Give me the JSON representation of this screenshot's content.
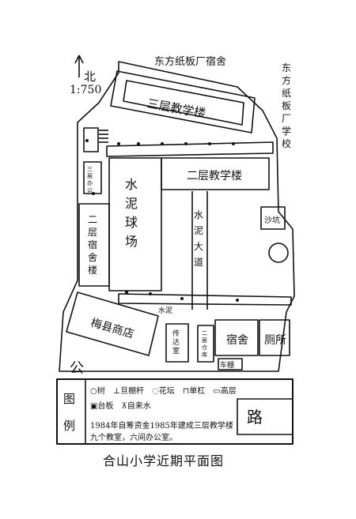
{
  "north": {
    "label": "北",
    "scale": "1:750"
  },
  "neighbors": {
    "dormitory": "东方纸板厂宿舍",
    "school": "东方纸板厂学校"
  },
  "buildings": {
    "three_floor_teaching": "三层教学楼",
    "two_floor_teaching": "二层教学楼",
    "two_floor_dorm": "二层宿舍楼",
    "sports_court": "水泥球场",
    "cement_road": "水泥大道",
    "shop": "梅县商店",
    "dorm": "宿舍",
    "toilet": "厕所",
    "sand_pit": "沙坑",
    "cement_strip": "水泥",
    "small_room_a": "三层办公",
    "small_room_b": "传达室",
    "small_room_c": "二层仓库",
    "shelter": "车棚"
  },
  "legend": {
    "title": "图例",
    "items": [
      "树",
      "旦棚杆",
      "花坛",
      "单杠",
      "高层",
      "台板",
      "自来水"
    ],
    "note_line1": "1984年自筹资金1985年建成三层教学楼",
    "note_line2": "九个教室，六间办公室。"
  },
  "corner_marks": {
    "left": "公",
    "right": "路"
  },
  "caption": "合山小学近期平面图"
}
